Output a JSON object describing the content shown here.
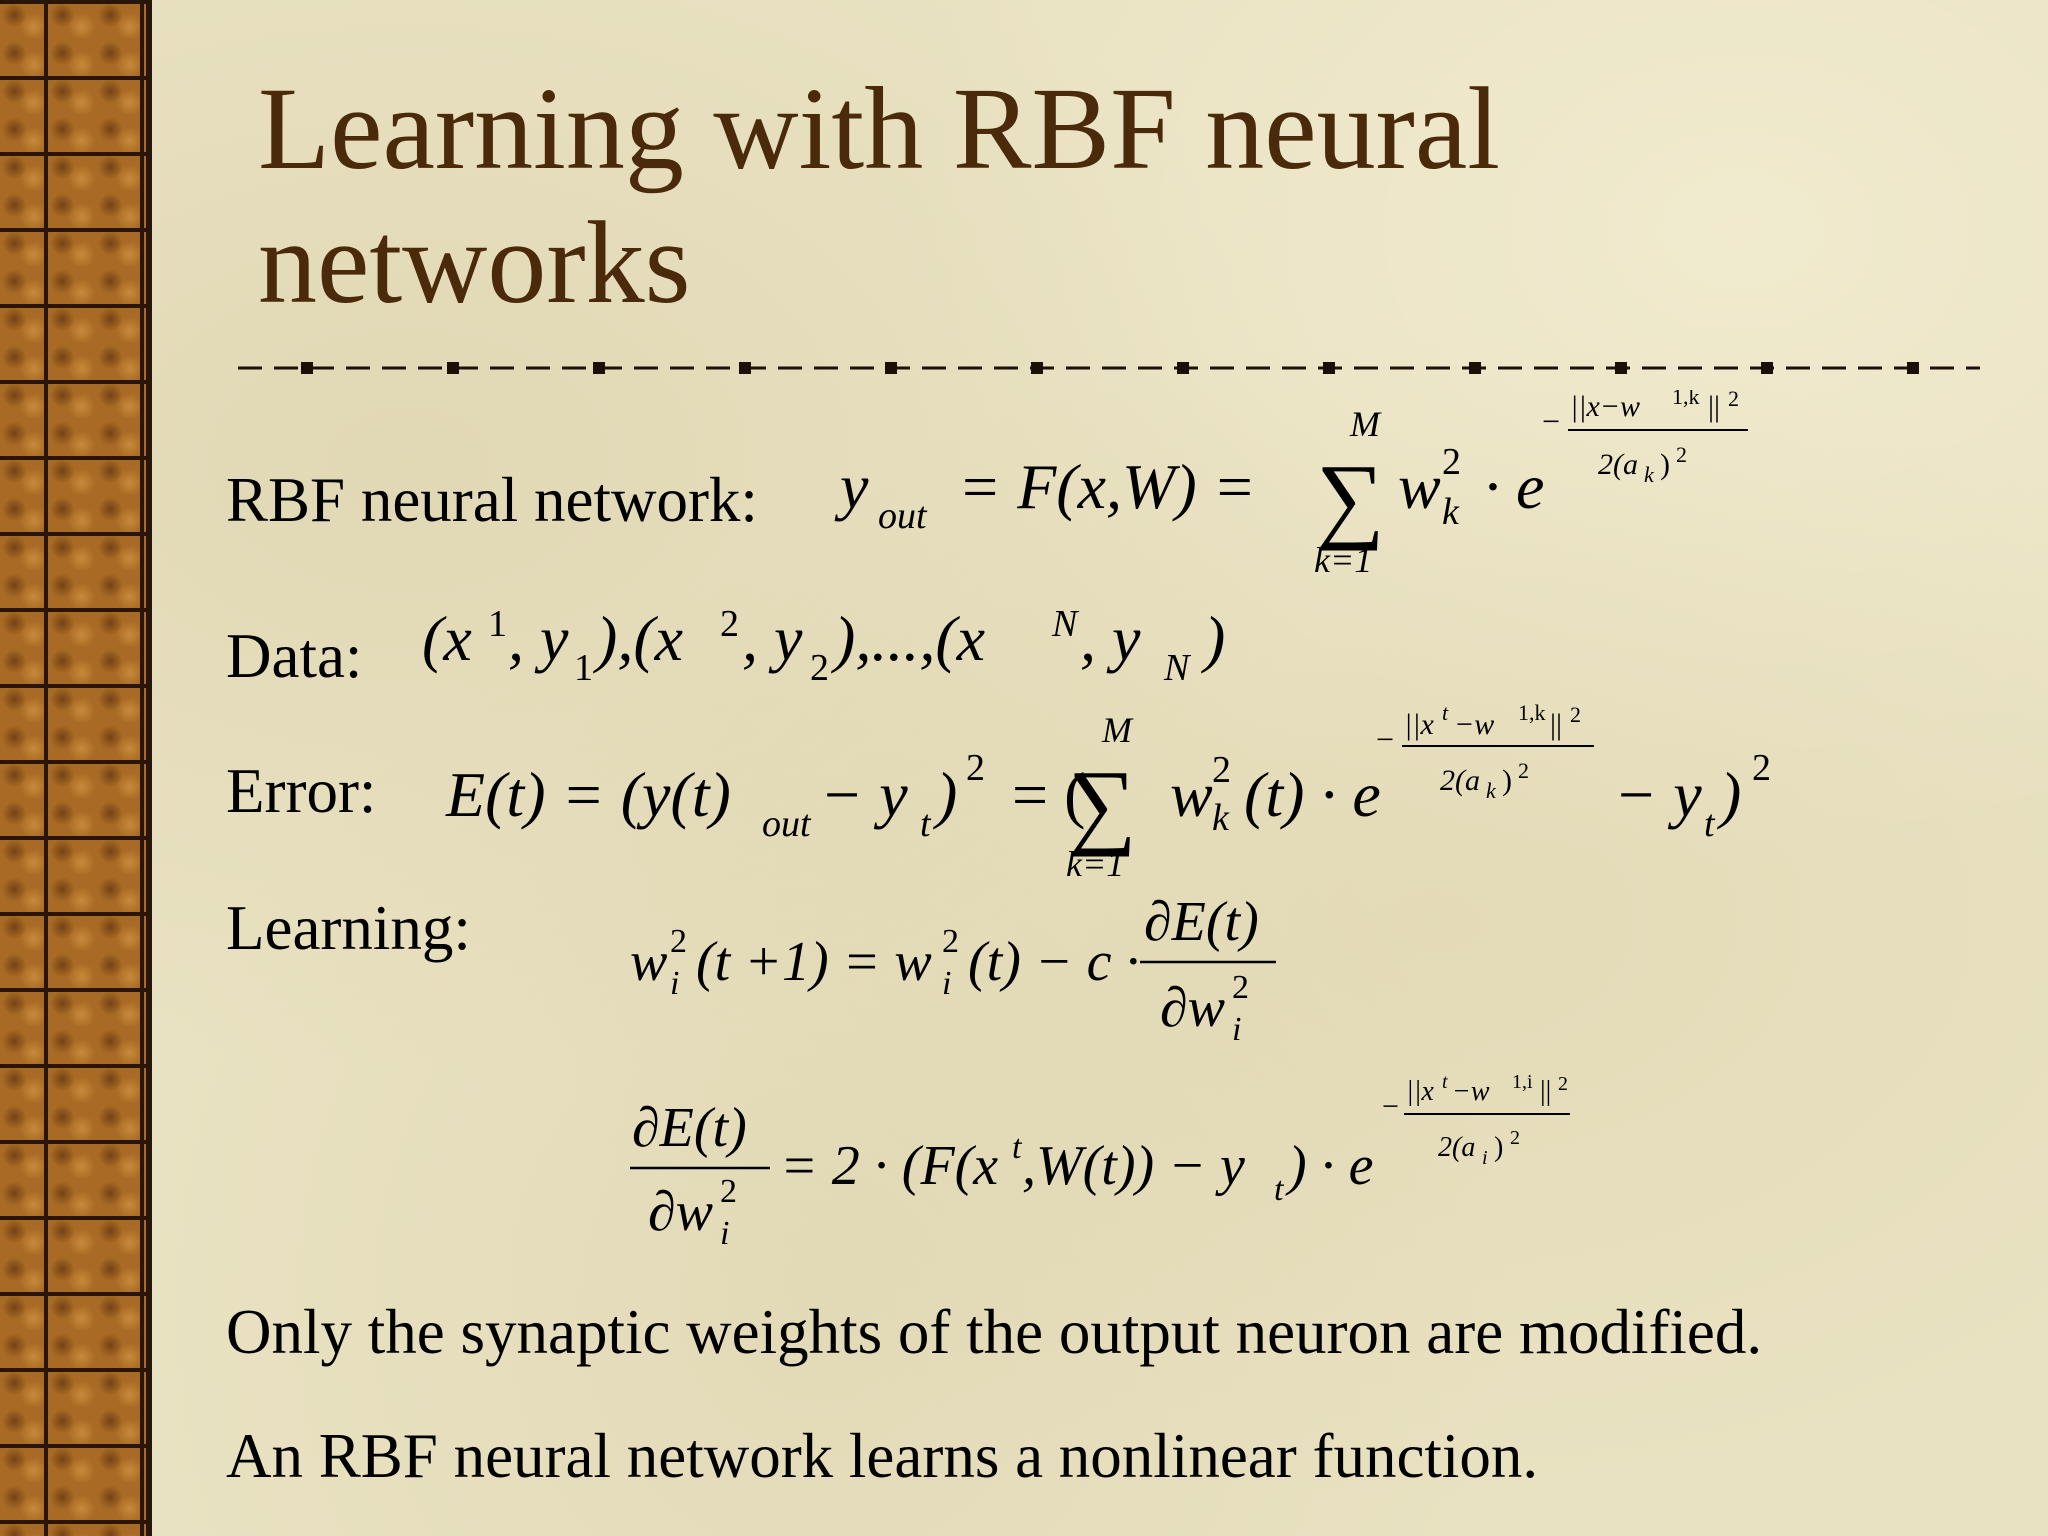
{
  "slide": {
    "title_line1": "Learning with RBF neural",
    "title_line2": "networks",
    "labels": {
      "rbf": "RBF neural network:",
      "data": "Data:",
      "error": "Error:",
      "learning": "Learning:"
    },
    "bottom": {
      "line1": "Only the synaptic weights of the output neuron are modified.",
      "line2": "An RBF neural network learns a nonlinear function."
    }
  },
  "equations": {
    "rbf": {
      "y": "y",
      "out": "out",
      "eq1": "= F(x,W) =",
      "sum_top": "M",
      "sum_bottom": "k=1",
      "w": "w",
      "w_sup": "2",
      "w_sub": "k",
      "dot_e": "· e",
      "exp_num": "||x−w",
      "exp_num_sup": "1,k",
      "exp_num_end": "||",
      "exp_num_sq": "2",
      "exp_den": "2(a",
      "exp_den_sub": "k",
      "exp_den_end": ")",
      "exp_den_sq": "2",
      "minus": "−"
    },
    "data": {
      "p1": "(x",
      "s1": "1",
      "c1": ", y",
      "b1": "1",
      "p2": "),(x",
      "s2": "2",
      "c2": ", y",
      "b2": "2",
      "p3": "),...,(x",
      "s3": "N",
      "c3": ", y",
      "b3": "N",
      "p4": ")"
    },
    "error": {
      "lhs": "E(t) = (y(t)",
      "out": "out",
      "m1": " − y",
      "t1": "t",
      "close1": ")",
      "sq1": "2",
      "eq2": "= (",
      "sum_top": "M",
      "sum_bottom": "k=1",
      "w": "w",
      "w_sup": "2",
      "w_sub": "k",
      "wt": "(t) · e",
      "exp_num": "||x",
      "exp_num_t": "t",
      "exp_num_mid": " −w",
      "exp_num_sup": "1,k",
      "exp_num_end": "||",
      "exp_num_sq": "2",
      "exp_den": "2(a",
      "exp_den_sub": "k",
      "exp_den_end": ")",
      "exp_den_sq": "2",
      "minus": "−",
      "tail": "− y",
      "tail_sub": "t",
      "tail_close": ")",
      "tail_sq": "2"
    },
    "learning": {
      "w": "w",
      "w_sup": "2",
      "w_sub": "i",
      "arg1": "(t +1) = w",
      "arg2": "(t) − c ·",
      "num": "∂E(t)",
      "den": "∂w",
      "den_sup": "2",
      "den_sub": "i"
    },
    "gradient": {
      "num": "∂E(t)",
      "den": "∂w",
      "den_sup": "2",
      "den_sub": "i",
      "rhs": "= 2 · (F(x",
      "rhs_t": "t",
      "rhs2": " ,W(t)) − y",
      "rhs_sub": "t",
      "rhs3": ") · e",
      "exp_num": "||x",
      "exp_num_t": "t",
      "exp_num_mid": " −w",
      "exp_num_sup": "1,i",
      "exp_num_end": "||",
      "exp_num_sq": "2",
      "exp_den": "2(a",
      "exp_den_sub": "i",
      "exp_den_end": ")",
      "exp_den_sq": "2",
      "minus": "−"
    }
  },
  "colors": {
    "title": "#4a2a0a",
    "background": "#e9e2c2",
    "strip": "#a86a24"
  }
}
